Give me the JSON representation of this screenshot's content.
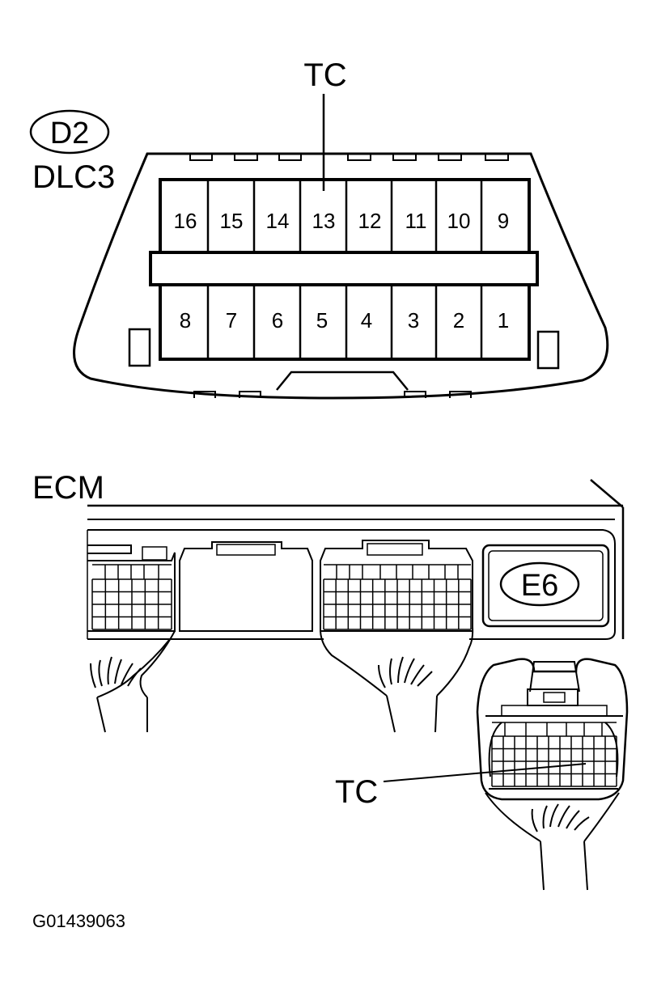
{
  "dlc3": {
    "connector_code": "D2",
    "connector_name": "DLC3",
    "callout_label": "TC",
    "top_row_pins": [
      "16",
      "15",
      "14",
      "13",
      "12",
      "11",
      "10",
      "9"
    ],
    "bottom_row_pins": [
      "8",
      "7",
      "6",
      "5",
      "4",
      "3",
      "2",
      "1"
    ]
  },
  "ecm": {
    "title": "ECM",
    "connector_code": "E6",
    "callout_label": "TC"
  },
  "figure_id": "G01439063"
}
